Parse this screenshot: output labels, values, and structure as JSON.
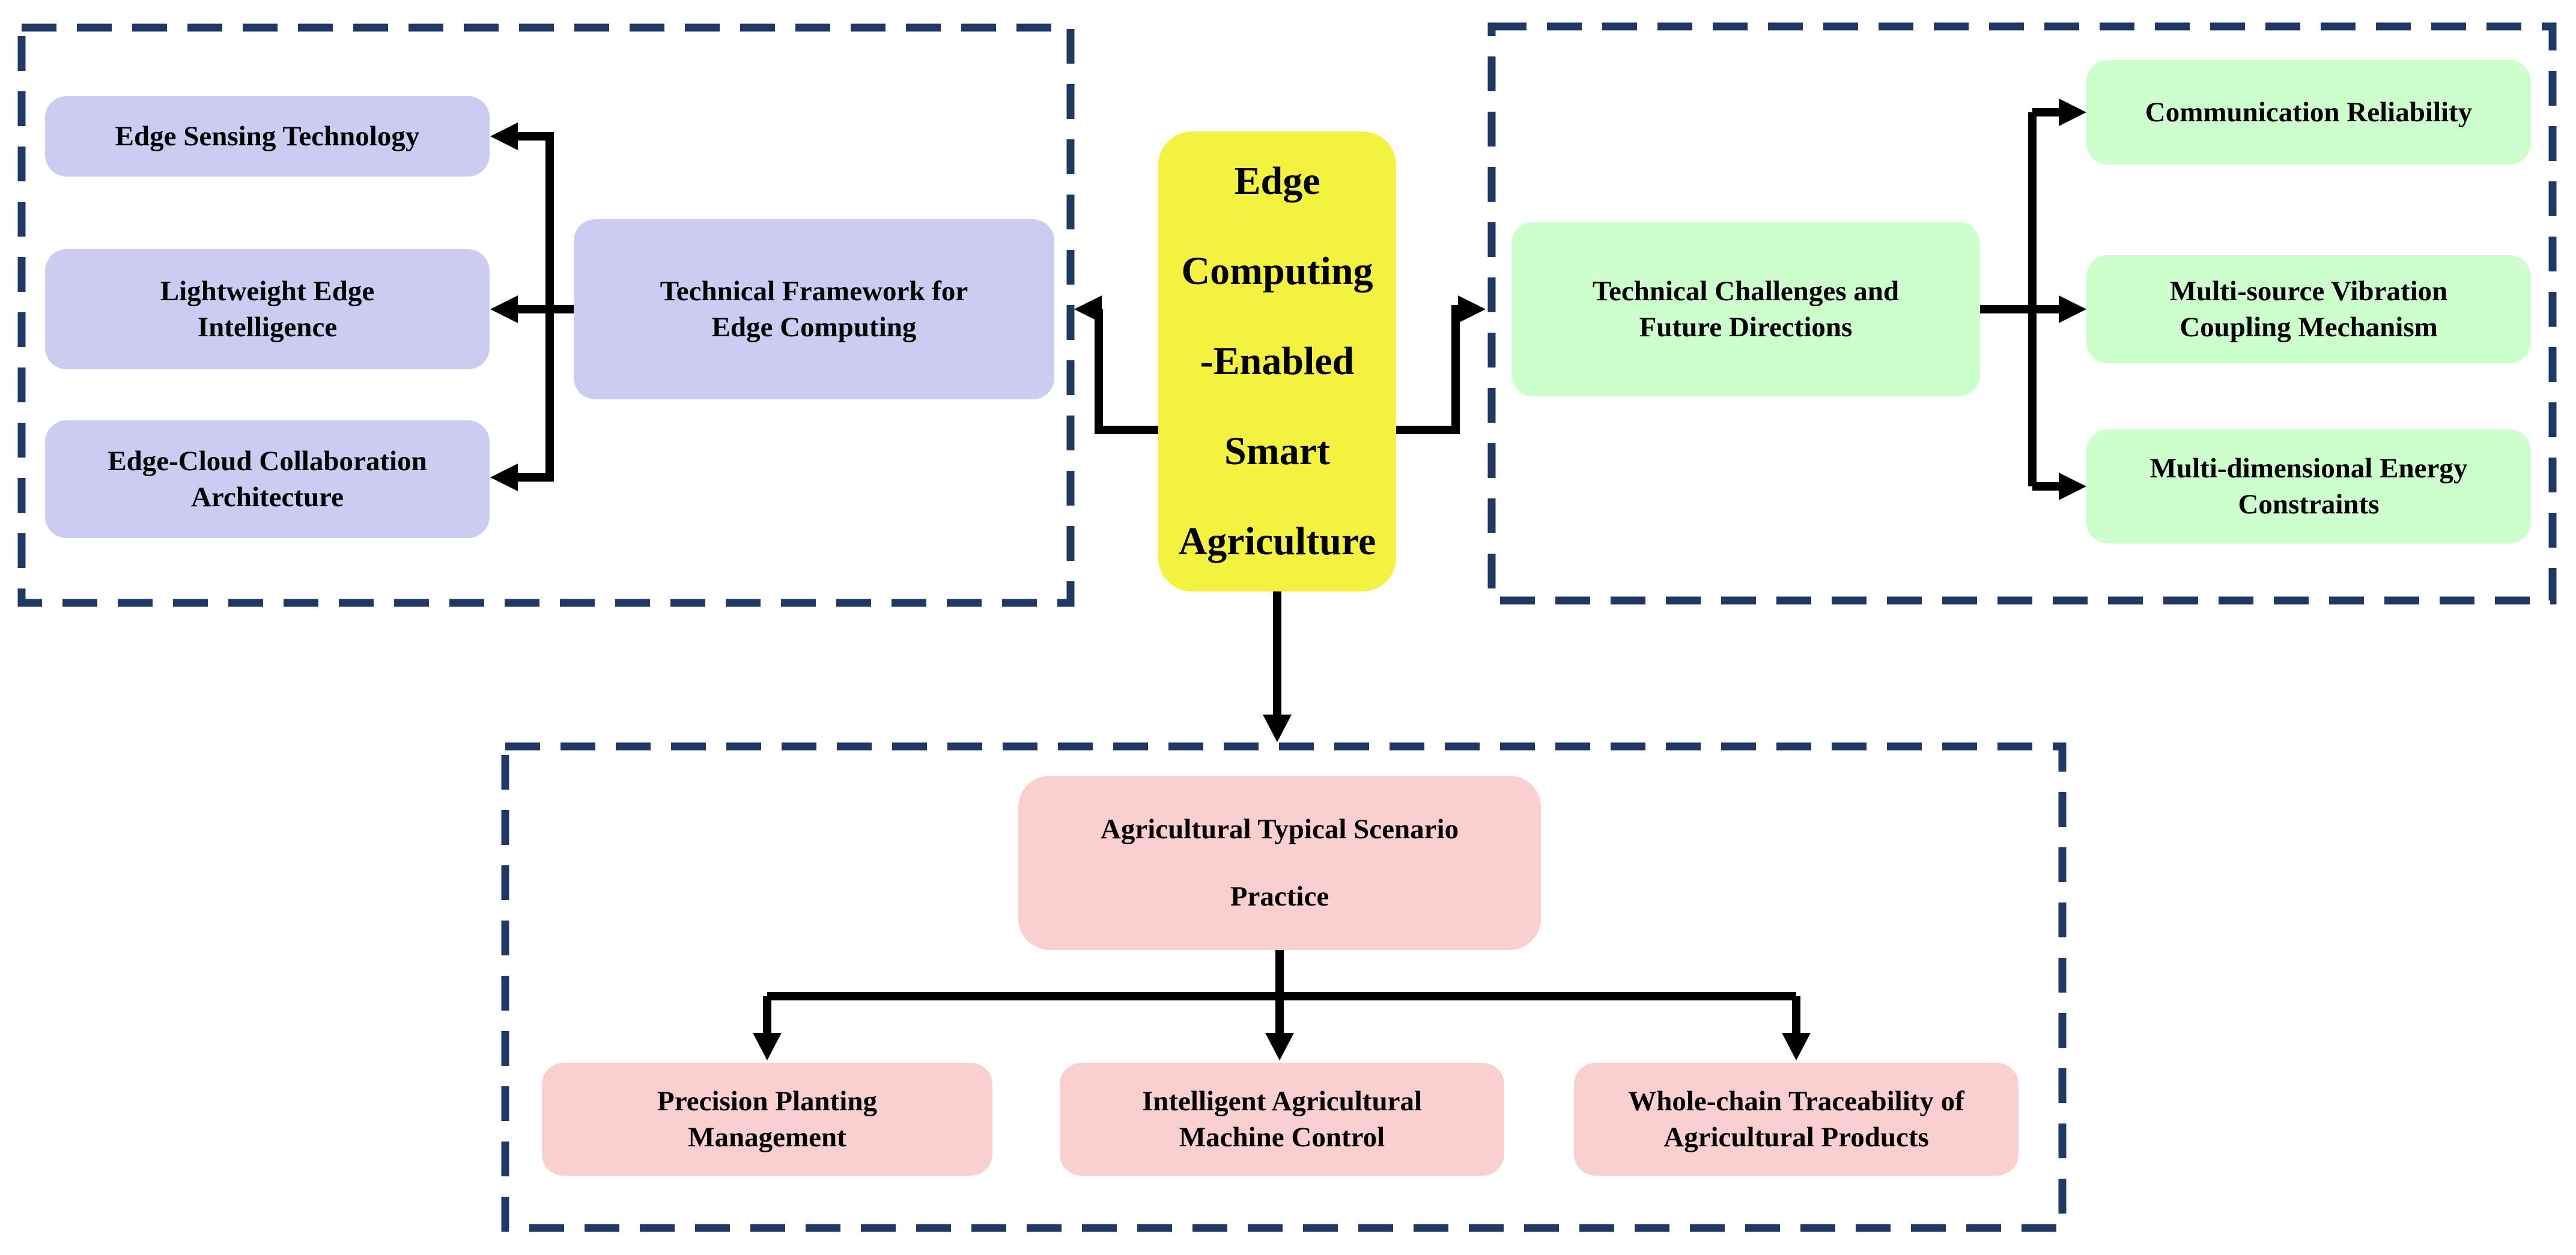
{
  "colors": {
    "panel_border": "#1f3864",
    "connector": "#000000",
    "center_fill": "#f2f23f",
    "left_fill": "#ccccf2",
    "right_fill": "#ccffcc",
    "bottom_fill": "#f9cfcf",
    "text": "#000000"
  },
  "center_box": {
    "lines": [
      "Edge",
      "Computing",
      "-Enabled",
      "Smart",
      "Agriculture"
    ]
  },
  "left_panel": {
    "hub": {
      "lines": [
        "Technical Framework for",
        "Edge Computing"
      ]
    },
    "items": [
      {
        "lines": [
          "Edge Sensing Technology",
          ""
        ]
      },
      {
        "lines": [
          "Lightweight Edge",
          "Intelligence"
        ]
      },
      {
        "lines": [
          "Edge-Cloud Collaboration",
          "Architecture"
        ]
      }
    ]
  },
  "right_panel": {
    "hub": {
      "lines": [
        "Technical Challenges and",
        "Future Directions"
      ]
    },
    "items": [
      {
        "lines": [
          "Communication Reliability",
          ""
        ]
      },
      {
        "lines": [
          "Multi-source Vibration",
          "Coupling Mechanism"
        ]
      },
      {
        "lines": [
          "Multi-dimensional Energy",
          "Constraints"
        ]
      }
    ]
  },
  "bottom_panel": {
    "hub": {
      "lines": [
        "Agricultural Typical Scenario",
        "Practice"
      ]
    },
    "items": [
      {
        "lines": [
          "Precision Planting",
          "Management"
        ]
      },
      {
        "lines": [
          "Intelligent Agricultural",
          "Machine Control"
        ]
      },
      {
        "lines": [
          "Whole-chain Traceability of",
          "Agricultural Products"
        ]
      }
    ]
  }
}
